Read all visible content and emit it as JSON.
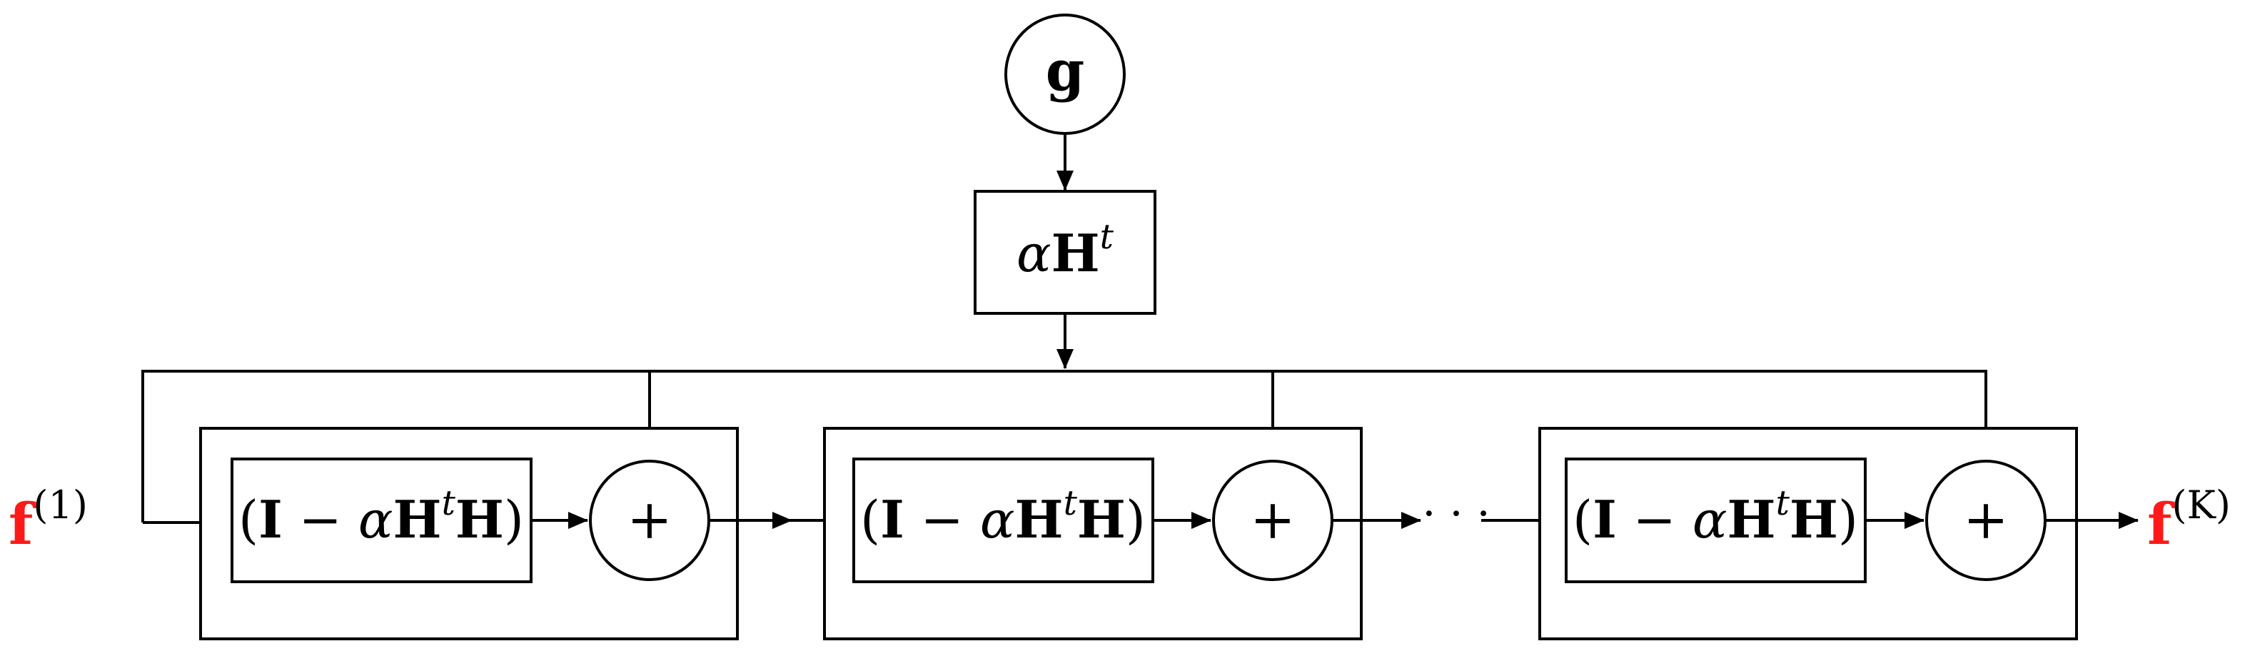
{
  "colors": {
    "input_symbol": "#1a1aff",
    "state_symbol": "#ff1a1a",
    "line": "#000000"
  },
  "source": {
    "symbol": "g"
  },
  "gain_block": {
    "alpha": "α",
    "H": "H",
    "sup": "t"
  },
  "stages": [
    {
      "left_paren": "(",
      "I": "I",
      "minus": " − ",
      "alpha": "α",
      "H1": "H",
      "sup": "t",
      "H2": "H",
      "right_paren": ")",
      "adder": "+"
    },
    {
      "left_paren": "(",
      "I": "I",
      "minus": " − ",
      "alpha": "α",
      "H1": "H",
      "sup": "t",
      "H2": "H",
      "right_paren": ")",
      "adder": "+"
    },
    {
      "left_paren": "(",
      "I": "I",
      "minus": " − ",
      "alpha": "α",
      "H1": "H",
      "sup": "t",
      "H2": "H",
      "right_paren": ")",
      "adder": "+"
    }
  ],
  "ellipsis": "· · ·",
  "input_label": {
    "symbol": "f",
    "sup": "(1)"
  },
  "output_label": {
    "symbol": "f",
    "sup": "(K)"
  }
}
